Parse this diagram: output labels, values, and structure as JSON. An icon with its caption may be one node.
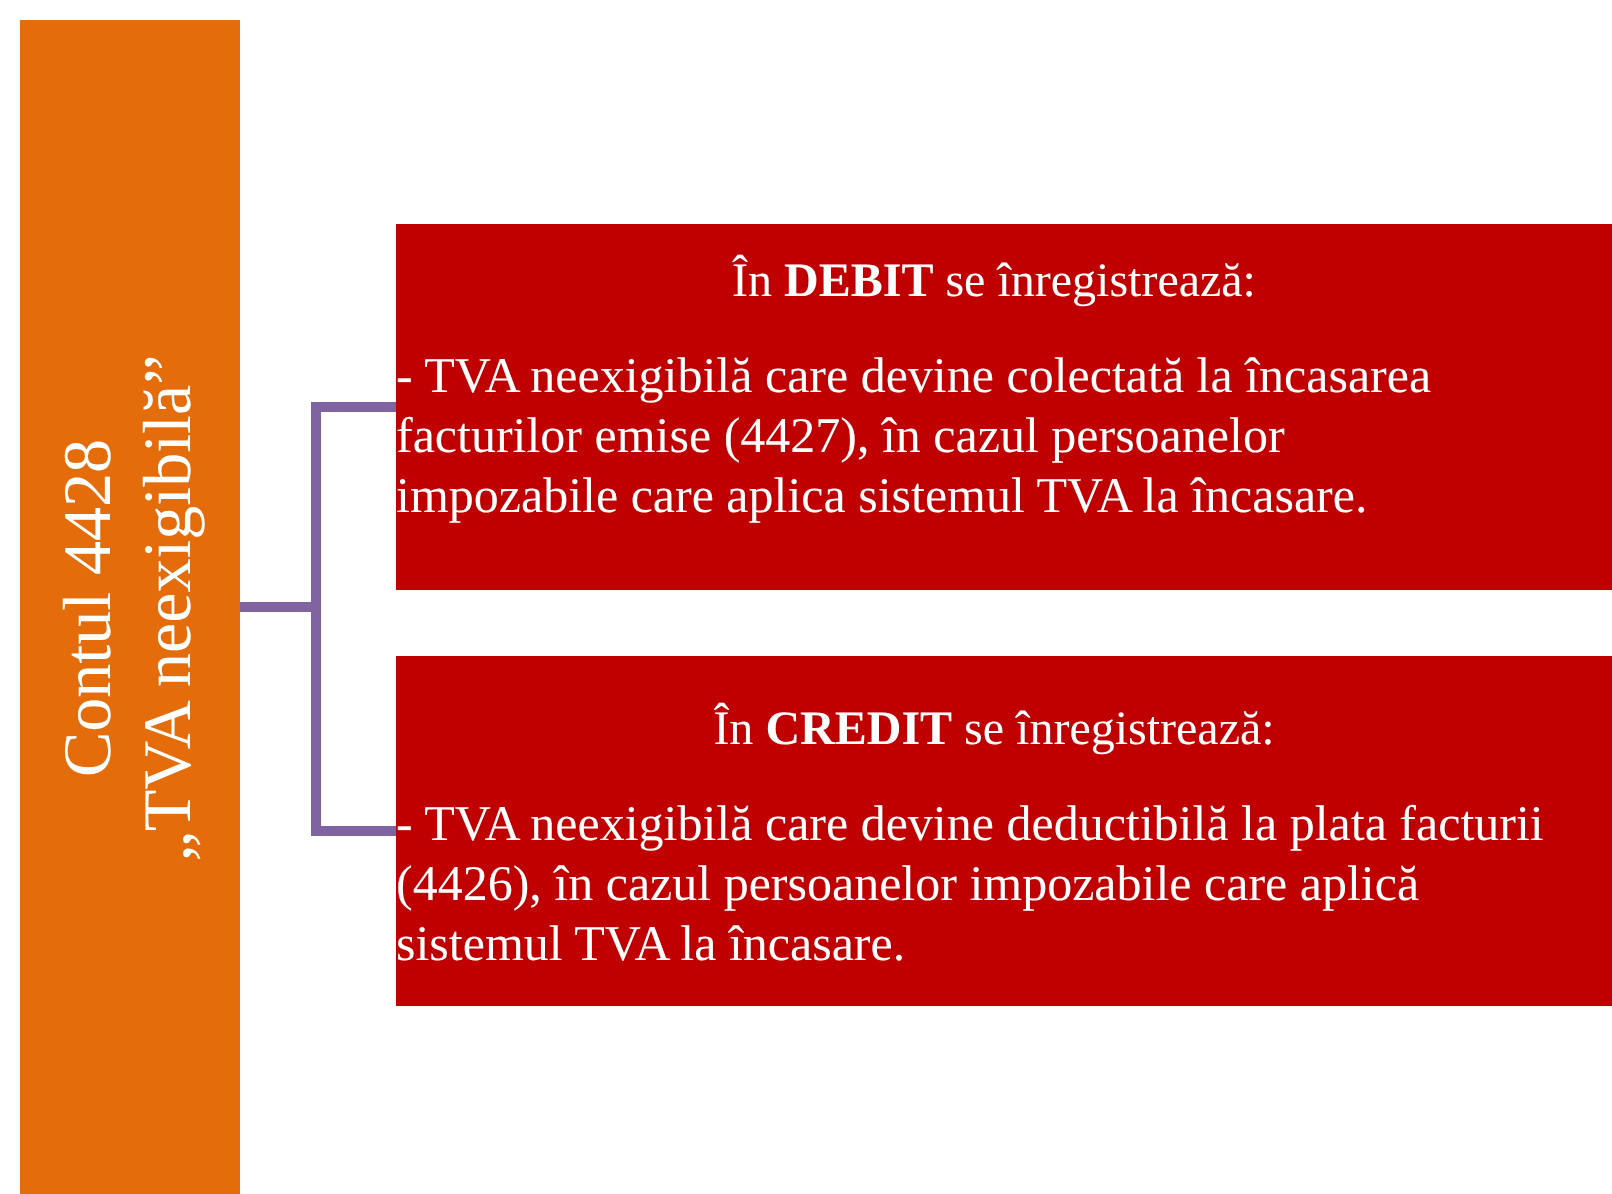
{
  "diagram": {
    "nodes": [
      {
        "text": [
          "Contul 4428",
          "„TVA neexigibilă”"
        ]
      },
      {
        "text": [
          "În **DEBIT** se înregistrează:",
          "- TVA neexigibilă care devine colectată la încasarea facturilor emise (4427), în cazul persoanelor impozabile care aplica sistemul TVA la încasare."
        ]
      },
      {
        "text": [
          "În **CREDIT** se înregistrează:",
          "- TVA neexigibilă care devine deductibilă la plata facturii (4426), în cazul persoanelor impozabile care aplică sistemul TVA la încasare."
        ]
      }
    ],
    "edges": [
      {
        "from": 0,
        "to": 1,
        "arrow": "none"
      },
      {
        "from": 0,
        "to": 2,
        "arrow": "none"
      }
    ]
  }
}
